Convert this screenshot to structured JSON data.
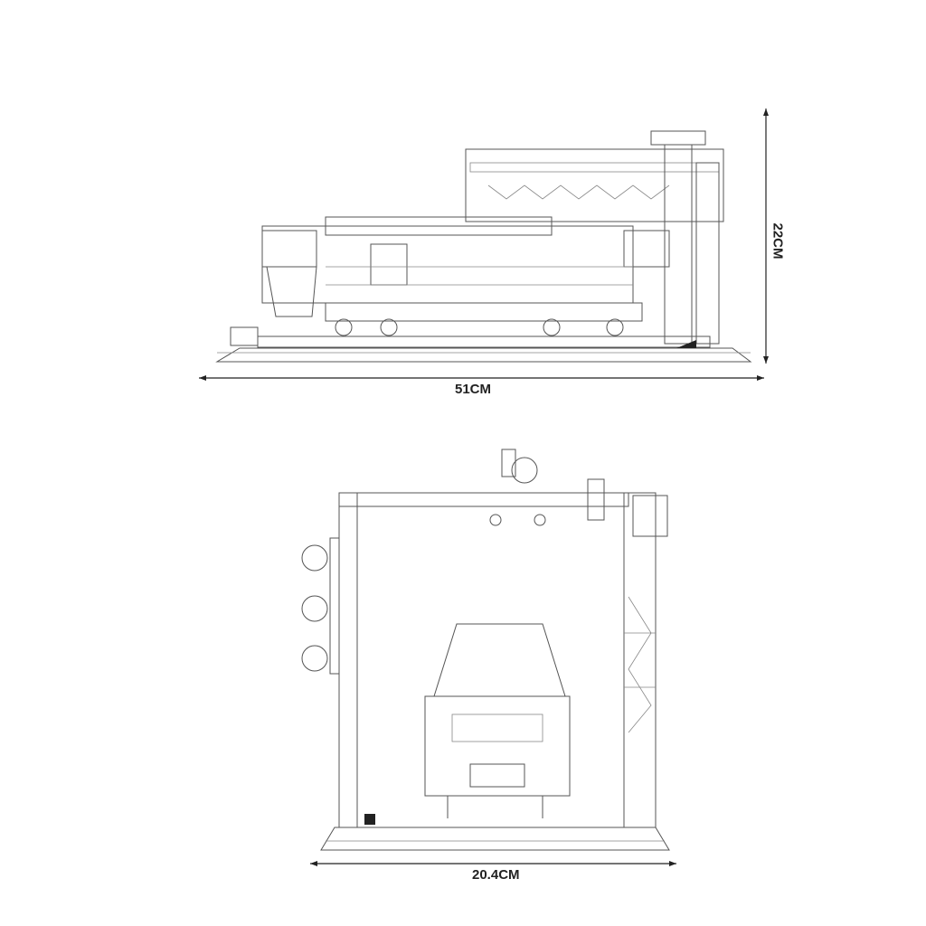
{
  "side_view": {
    "width_label": "51CM",
    "height_label": "22CM"
  },
  "front_view": {
    "width_label": "20.4CM"
  },
  "colors": {
    "line": "#555555",
    "dimension": "#222222",
    "background": "#ffffff"
  }
}
